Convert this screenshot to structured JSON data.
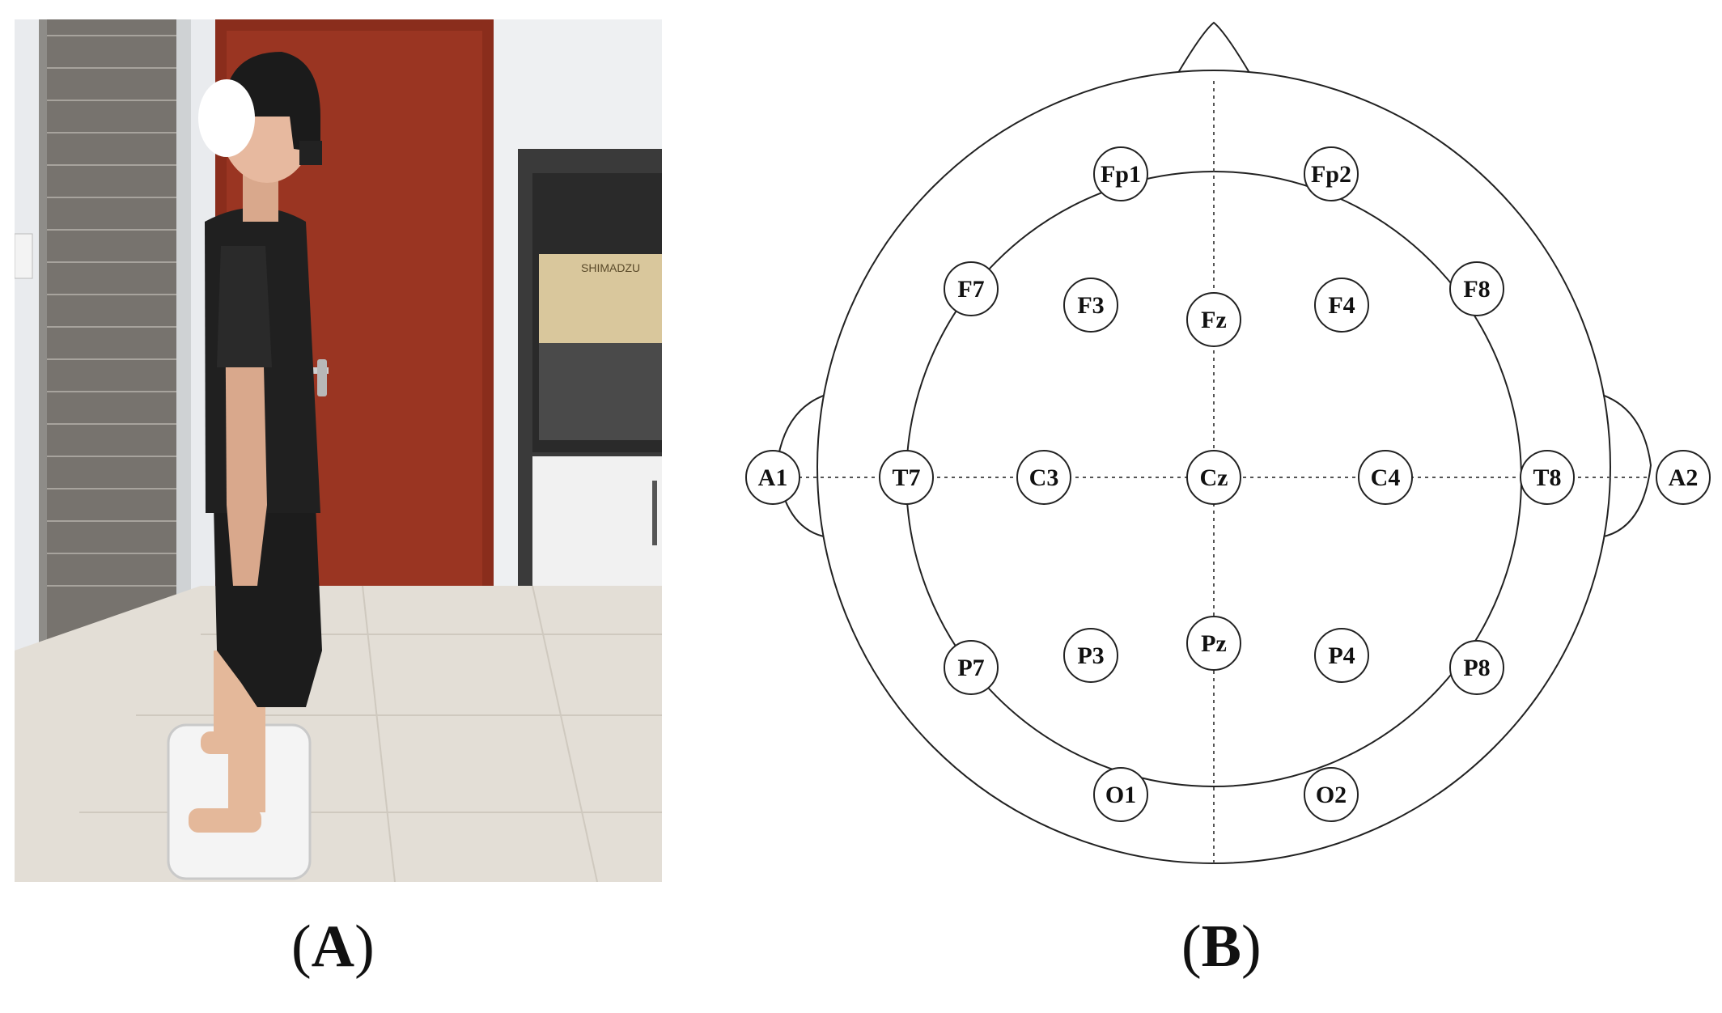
{
  "panels": {
    "a": {
      "open": "(",
      "letter": "A",
      "close": ")",
      "photo_brand_text": "SHIMADZU"
    },
    "b": {
      "open": "(",
      "letter": "B",
      "close": ")"
    }
  },
  "electrodes": [
    {
      "id": "Fp1",
      "label": "Fp1"
    },
    {
      "id": "Fp2",
      "label": "Fp2"
    },
    {
      "id": "F7",
      "label": "F7"
    },
    {
      "id": "F3",
      "label": "F3"
    },
    {
      "id": "Fz",
      "label": "Fz"
    },
    {
      "id": "F4",
      "label": "F4"
    },
    {
      "id": "F8",
      "label": "F8"
    },
    {
      "id": "A1",
      "label": "A1"
    },
    {
      "id": "T7",
      "label": "T7"
    },
    {
      "id": "C3",
      "label": "C3"
    },
    {
      "id": "Cz",
      "label": "Cz"
    },
    {
      "id": "C4",
      "label": "C4"
    },
    {
      "id": "T8",
      "label": "T8"
    },
    {
      "id": "A2",
      "label": "A2"
    },
    {
      "id": "P7",
      "label": "P7"
    },
    {
      "id": "P3",
      "label": "P3"
    },
    {
      "id": "Pz",
      "label": "Pz"
    },
    {
      "id": "P4",
      "label": "P4"
    },
    {
      "id": "P8",
      "label": "P8"
    },
    {
      "id": "O1",
      "label": "O1"
    },
    {
      "id": "O2",
      "label": "O2"
    }
  ]
}
